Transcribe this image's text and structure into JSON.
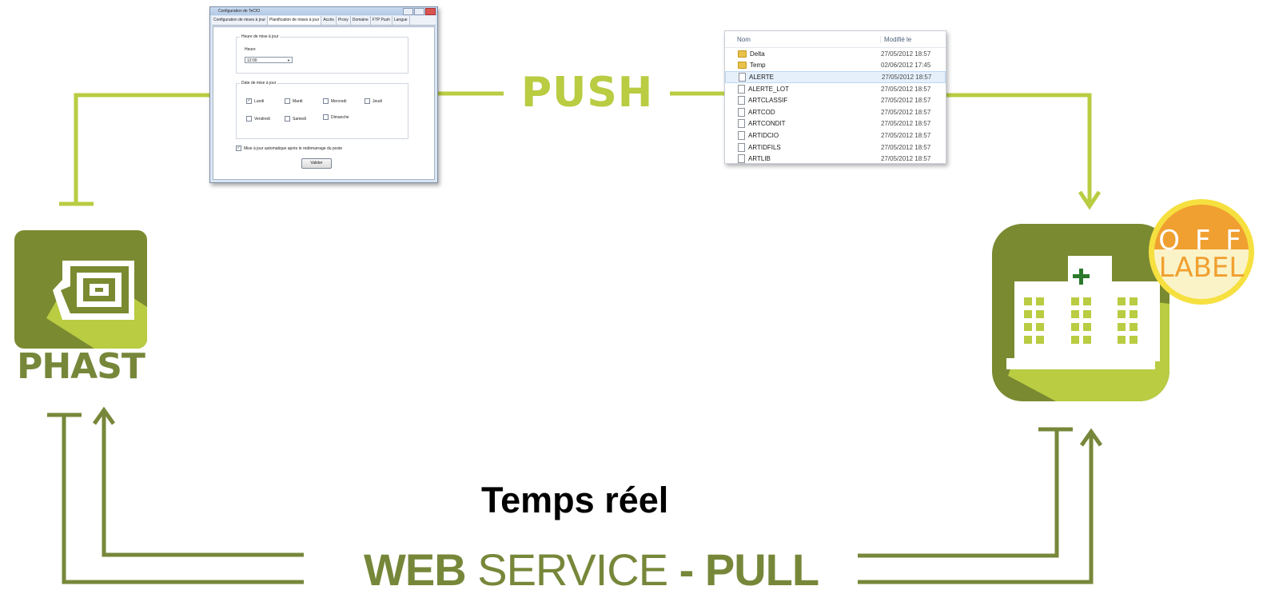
{
  "labels": {
    "push": "PUSH",
    "realtime": "Temps réel",
    "web_service": {
      "web": "WEB",
      "service": "SERVICE",
      "dash": "-",
      "pull": "PULL"
    }
  },
  "phast": {
    "logo_text": "PHAST"
  },
  "offlabel": {
    "top": "O F F",
    "bottom": "LABEL"
  },
  "config_window": {
    "title": "Configuration de TeCIO",
    "tabs": [
      "Configuration de mises à jour",
      "Planification de mises à jour",
      "Accès",
      "Proxy",
      "Domaine",
      "FTP Push",
      "Langue"
    ],
    "hour_group_title": "Heure de mise à jour",
    "hour_label": "Heure",
    "hour_value": "12:00",
    "days_group_title": "Date de mise à jour",
    "days": [
      {
        "label": "Lundi",
        "checked": true
      },
      {
        "label": "Mardi",
        "checked": false
      },
      {
        "label": "Mercredi",
        "checked": false
      },
      {
        "label": "Jeudi",
        "checked": false
      },
      {
        "label": "Vendredi",
        "checked": false
      },
      {
        "label": "Samedi",
        "checked": false
      },
      {
        "label": "Dimanche",
        "checked": false
      }
    ],
    "auto_update_label": "Mise à jour automatique après le redémarrage du poste",
    "validate_label": "Valider"
  },
  "file_list": {
    "col_name": "Nom",
    "col_modified": "Modifié le",
    "rows": [
      {
        "name": "Delta",
        "date": "27/05/2012 18:57",
        "type": "folder"
      },
      {
        "name": "Temp",
        "date": "02/06/2012 17:45",
        "type": "folder"
      },
      {
        "name": "ALERTE",
        "date": "27/05/2012 18:57",
        "type": "file",
        "selected": true
      },
      {
        "name": "ALERTE_LOT",
        "date": "27/05/2012 18:57",
        "type": "file"
      },
      {
        "name": "ARTCLASSIF",
        "date": "27/05/2012 18:57",
        "type": "file"
      },
      {
        "name": "ARTCOD",
        "date": "27/05/2012 18:57",
        "type": "file"
      },
      {
        "name": "ARTCONDIT",
        "date": "27/05/2012 18:57",
        "type": "file"
      },
      {
        "name": "ARTIDCIO",
        "date": "27/05/2012 18:57",
        "type": "file"
      },
      {
        "name": "ARTIDFILS",
        "date": "27/05/2012 18:57",
        "type": "file"
      },
      {
        "name": "ARTLIB",
        "date": "27/05/2012 18:57",
        "type": "file"
      }
    ]
  },
  "colors": {
    "light_green": "#b9cc42",
    "olive": "#77873a",
    "dark_olive": "#7a8a31",
    "badge_orange": "#f0a030",
    "badge_yellow": "#f5d840"
  }
}
